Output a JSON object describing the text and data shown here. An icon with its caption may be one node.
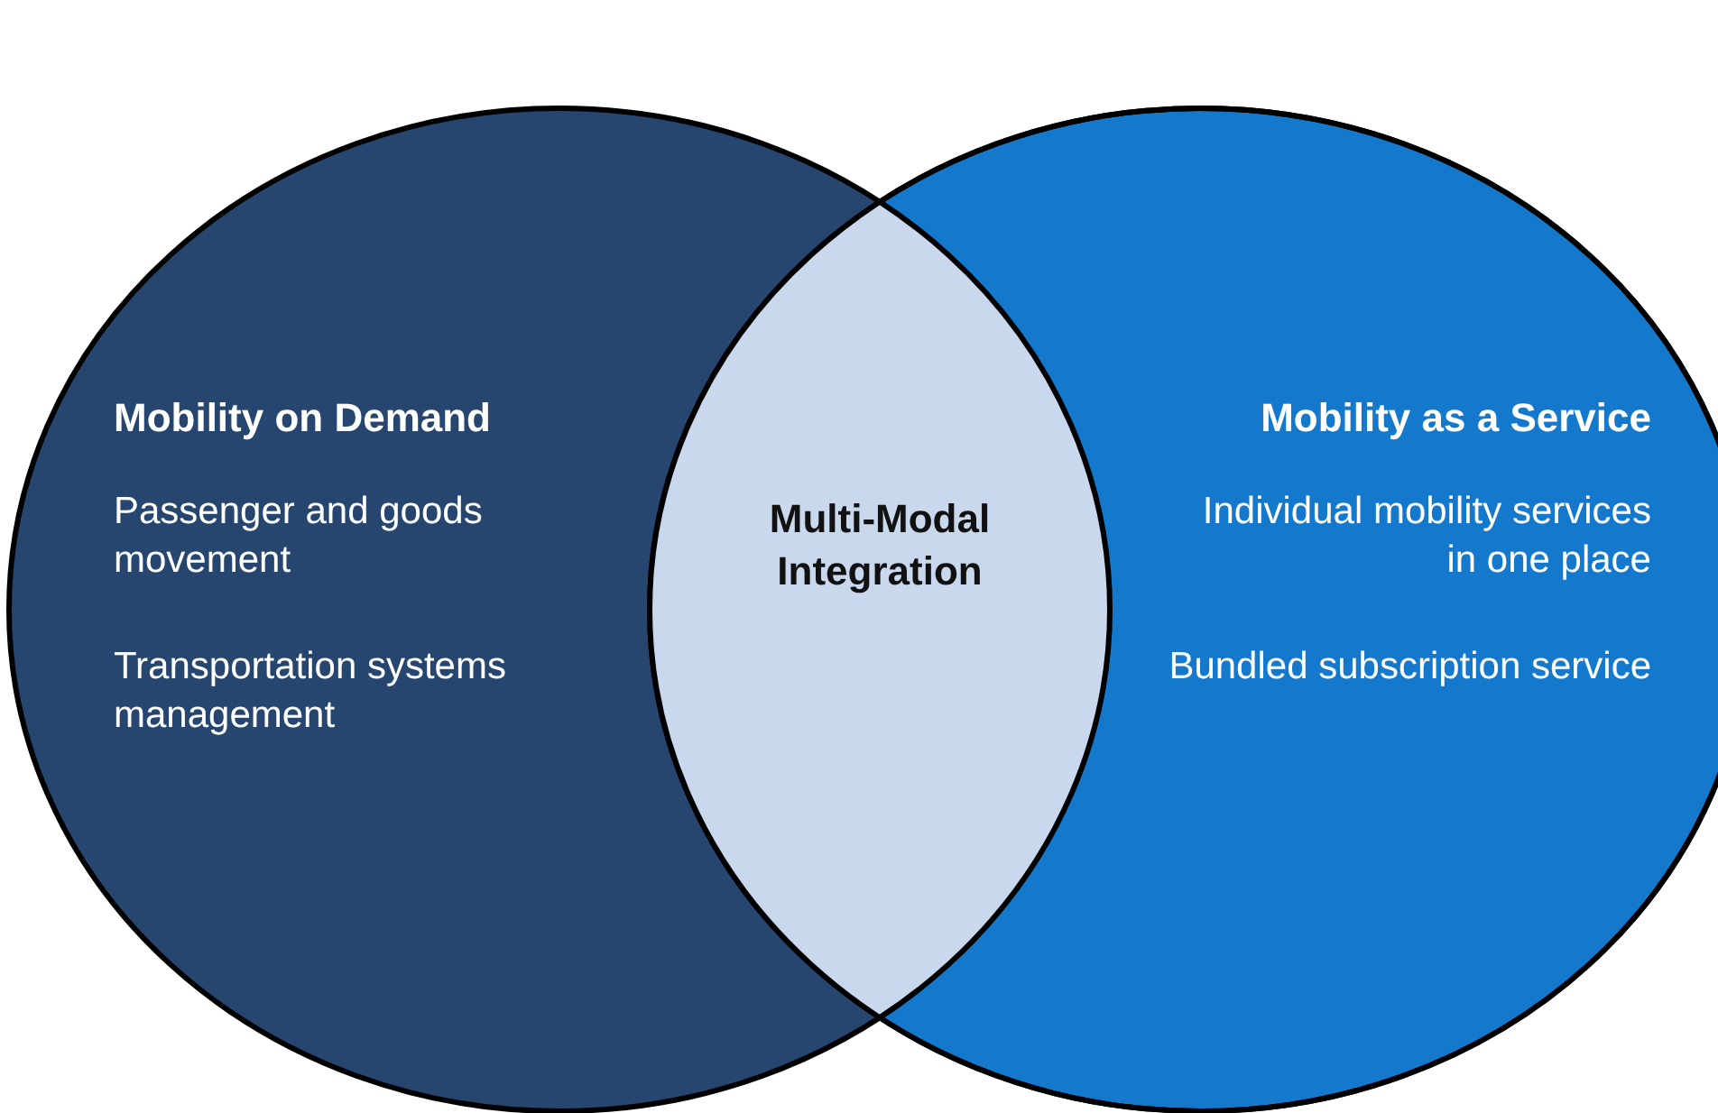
{
  "diagram": {
    "nodes": [
      {
        "text": [
          "Mobility on Demand",
          "Passenger and goods movement",
          "Transportation systems management"
        ]
      },
      {
        "text": [
          "Mobility as a Service",
          "Individual mobility services in one place",
          "Bundled subscription service"
        ]
      },
      {
        "text": [
          "Multi-Modal Integration"
        ]
      }
    ]
  }
}
